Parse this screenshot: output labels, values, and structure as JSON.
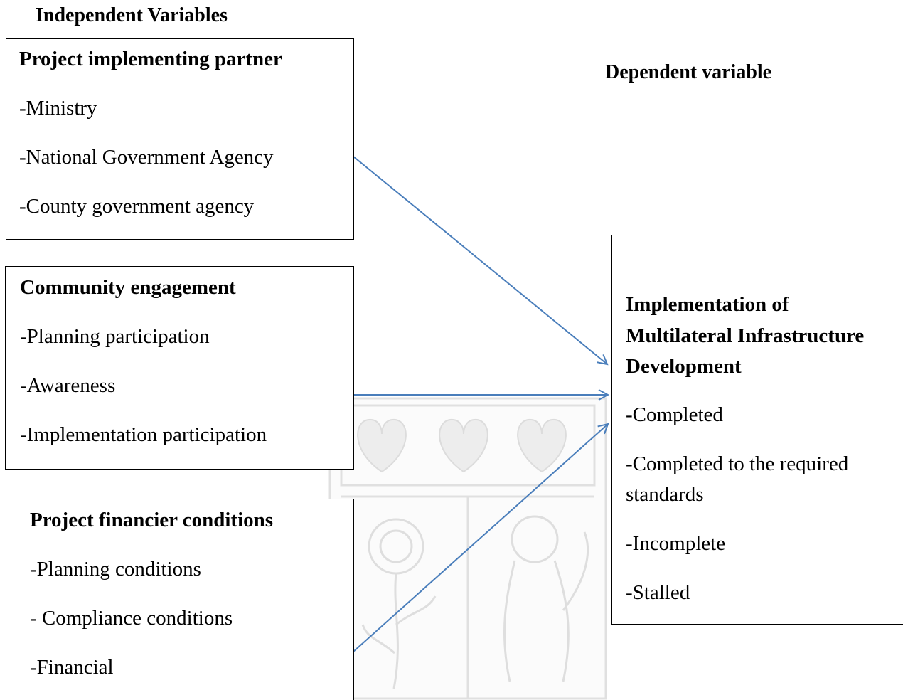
{
  "headings": {
    "independent": "Independent Variables",
    "dependent": "Dependent variable"
  },
  "boxes": {
    "partner": {
      "title": "Project implementing partner",
      "items": [
        "-Ministry",
        "-National Government Agency",
        "-County government agency"
      ]
    },
    "community": {
      "title": "Community engagement",
      "items": [
        "-Planning participation",
        "-Awareness",
        "-Implementation participation"
      ]
    },
    "financier": {
      "title": "Project financier conditions",
      "items": [
        "-Planning conditions",
        "- Compliance conditions",
        " -Financial"
      ]
    },
    "outcome": {
      "title_lines": [
        "Implementation of",
        "Multilateral Infrastructure",
        "Development"
      ],
      "items": [
        "-Completed",
        "-Completed to the required",
        "standards",
        "-Incomplete",
        "-Stalled"
      ]
    }
  },
  "colors": {
    "arrow": "#4a7ebb",
    "watermark": "#e2e2e2"
  }
}
